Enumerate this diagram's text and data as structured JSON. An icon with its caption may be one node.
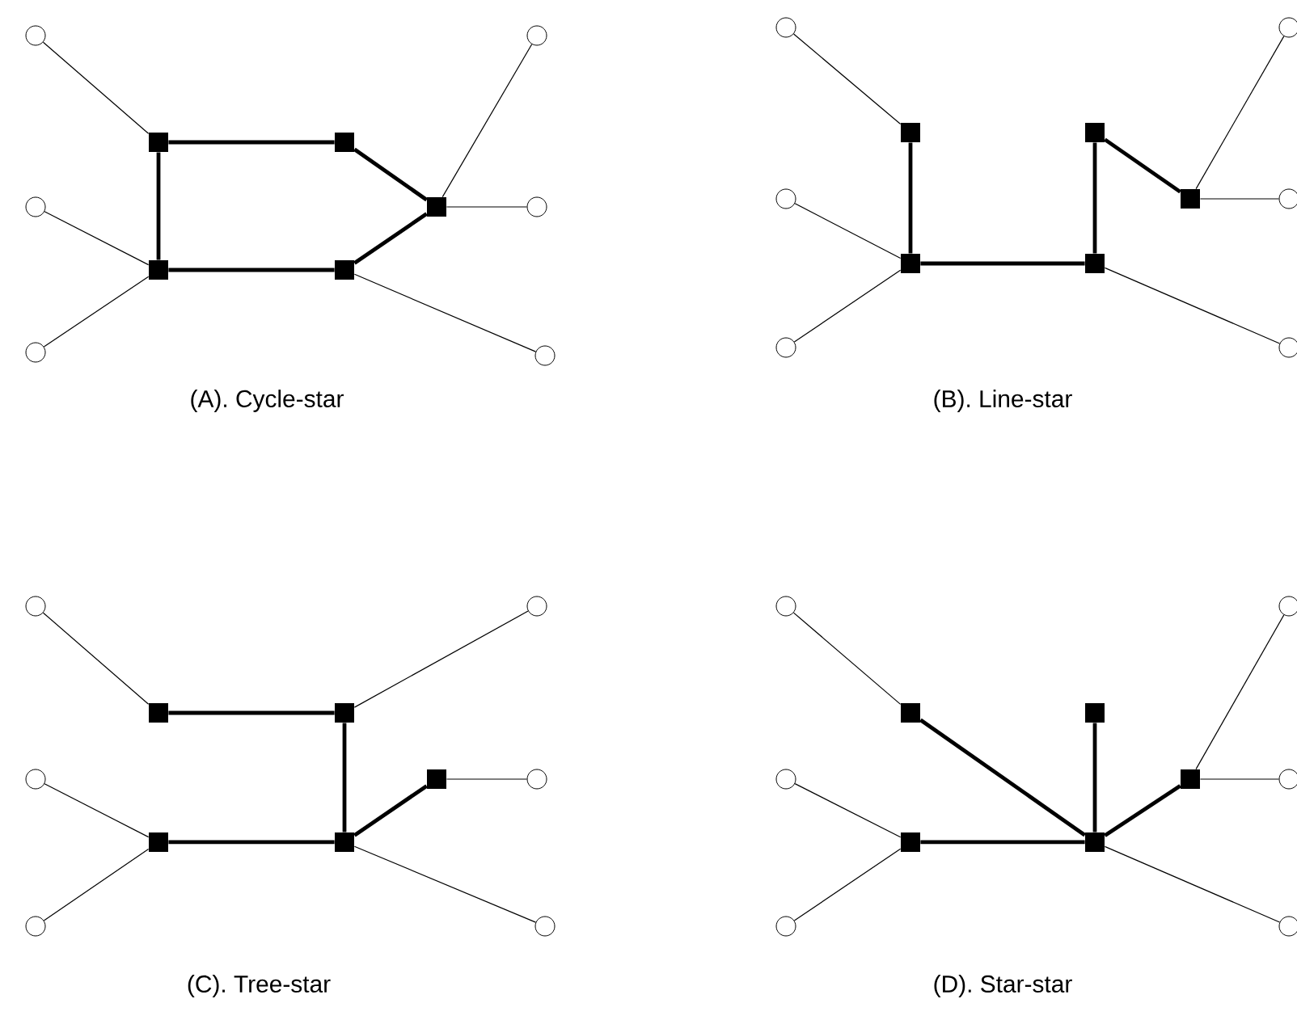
{
  "diagram": {
    "nodes": [
      {
        "text": [],
        "shape": "circle"
      },
      {
        "text": [],
        "shape": "circle"
      },
      {
        "text": [],
        "shape": "circle"
      },
      {
        "text": [],
        "shape": "box"
      },
      {
        "text": [],
        "shape": "box"
      },
      {
        "text": [],
        "shape": "box"
      },
      {
        "text": [],
        "shape": "box"
      },
      {
        "text": [],
        "shape": "box"
      },
      {
        "text": [],
        "shape": "circle"
      },
      {
        "text": [],
        "shape": "circle"
      },
      {
        "text": [],
        "shape": "circle"
      },
      {
        "text": [],
        "shape": "circle"
      },
      {
        "text": [],
        "shape": "circle"
      },
      {
        "text": [],
        "shape": "circle"
      },
      {
        "text": [],
        "shape": "box"
      },
      {
        "text": [],
        "shape": "box"
      },
      {
        "text": [],
        "shape": "box"
      },
      {
        "text": [],
        "shape": "box"
      },
      {
        "text": [],
        "shape": "box"
      },
      {
        "text": [],
        "shape": "circle"
      },
      {
        "text": [],
        "shape": "circle"
      },
      {
        "text": [],
        "shape": "circle"
      },
      {
        "text": [],
        "shape": "circle"
      },
      {
        "text": [],
        "shape": "circle"
      },
      {
        "text": [],
        "shape": "circle"
      },
      {
        "text": [],
        "shape": "box"
      },
      {
        "text": [],
        "shape": "box"
      },
      {
        "text": [],
        "shape": "box"
      },
      {
        "text": [],
        "shape": "box"
      },
      {
        "text": [],
        "shape": "box"
      },
      {
        "text": [],
        "shape": "circle"
      },
      {
        "text": [],
        "shape": "circle"
      },
      {
        "text": [],
        "shape": "circle"
      },
      {
        "text": [],
        "shape": "circle"
      },
      {
        "text": [],
        "shape": "circle"
      },
      {
        "text": [],
        "shape": "circle"
      },
      {
        "text": [],
        "shape": "box"
      },
      {
        "text": [],
        "shape": "box"
      },
      {
        "text": [],
        "shape": "box"
      },
      {
        "text": [],
        "shape": "box"
      },
      {
        "text": [],
        "shape": "box"
      },
      {
        "text": [],
        "shape": "circle"
      },
      {
        "text": [],
        "shape": "circle"
      },
      {
        "text": [],
        "shape": "circle"
      }
    ],
    "edges": [
      {
        "from": 0,
        "to": 3,
        "arrow": "none"
      },
      {
        "from": 1,
        "to": 6,
        "arrow": "none"
      },
      {
        "from": 2,
        "to": 6,
        "arrow": "none"
      },
      {
        "from": 8,
        "to": 5,
        "arrow": "none"
      },
      {
        "from": 9,
        "to": 5,
        "arrow": "none"
      },
      {
        "from": 10,
        "to": 7,
        "arrow": "none"
      },
      {
        "from": 3,
        "to": 4,
        "arrow": "none",
        "style": "thick"
      },
      {
        "from": 4,
        "to": 5,
        "arrow": "none",
        "style": "thick"
      },
      {
        "from": 5,
        "to": 7,
        "arrow": "none",
        "style": "thick"
      },
      {
        "from": 7,
        "to": 6,
        "arrow": "none",
        "style": "thick"
      },
      {
        "from": 6,
        "to": 3,
        "arrow": "none",
        "style": "thick"
      },
      {
        "from": 11,
        "to": 14,
        "arrow": "none"
      },
      {
        "from": 12,
        "to": 17,
        "arrow": "none"
      },
      {
        "from": 13,
        "to": 17,
        "arrow": "none"
      },
      {
        "from": 19,
        "to": 16,
        "arrow": "none"
      },
      {
        "from": 20,
        "to": 16,
        "arrow": "none"
      },
      {
        "from": 21,
        "to": 18,
        "arrow": "none"
      },
      {
        "from": 14,
        "to": 17,
        "arrow": "none",
        "style": "thick"
      },
      {
        "from": 17,
        "to": 18,
        "arrow": "none",
        "style": "thick"
      },
      {
        "from": 18,
        "to": 15,
        "arrow": "none",
        "style": "thick"
      },
      {
        "from": 15,
        "to": 16,
        "arrow": "none",
        "style": "thick"
      },
      {
        "from": 22,
        "to": 25,
        "arrow": "none"
      },
      {
        "from": 23,
        "to": 28,
        "arrow": "none"
      },
      {
        "from": 24,
        "to": 28,
        "arrow": "none"
      },
      {
        "from": 30,
        "to": 26,
        "arrow": "none"
      },
      {
        "from": 31,
        "to": 27,
        "arrow": "none"
      },
      {
        "from": 32,
        "to": 29,
        "arrow": "none"
      },
      {
        "from": 25,
        "to": 26,
        "arrow": "none",
        "style": "thick"
      },
      {
        "from": 26,
        "to": 29,
        "arrow": "none",
        "style": "thick"
      },
      {
        "from": 28,
        "to": 29,
        "arrow": "none",
        "style": "thick"
      },
      {
        "from": 29,
        "to": 27,
        "arrow": "none",
        "style": "thick"
      },
      {
        "from": 33,
        "to": 36,
        "arrow": "none"
      },
      {
        "from": 34,
        "to": 39,
        "arrow": "none"
      },
      {
        "from": 35,
        "to": 39,
        "arrow": "none"
      },
      {
        "from": 41,
        "to": 38,
        "arrow": "none"
      },
      {
        "from": 42,
        "to": 38,
        "arrow": "none"
      },
      {
        "from": 43,
        "to": 40,
        "arrow": "none"
      },
      {
        "from": 36,
        "to": 40,
        "arrow": "none",
        "style": "thick"
      },
      {
        "from": 37,
        "to": 40,
        "arrow": "none",
        "style": "thick"
      },
      {
        "from": 39,
        "to": 40,
        "arrow": "none",
        "style": "thick"
      },
      {
        "from": 40,
        "to": 38,
        "arrow": "none",
        "style": "thick"
      }
    ],
    "labels": [
      "(A). Cycle-star",
      "(B). Line-star",
      "(C). Tree-star",
      "(D). Star-star"
    ]
  }
}
